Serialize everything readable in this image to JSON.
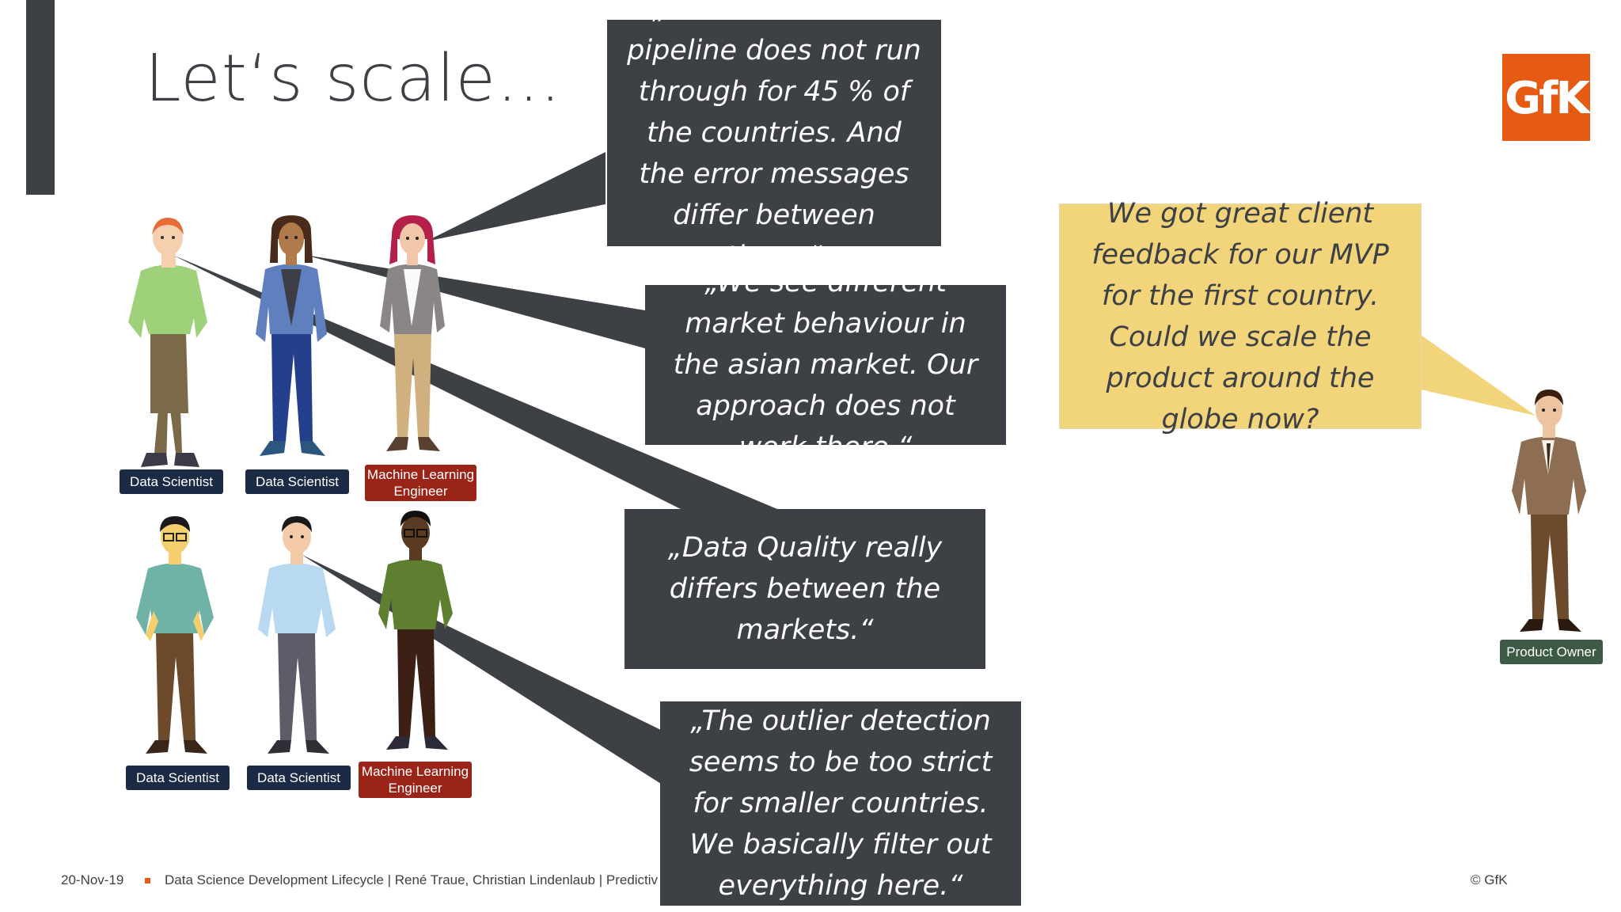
{
  "slide": {
    "title": "Let‘s scale…",
    "logo_text": "GfK"
  },
  "bubbles": {
    "pipeline": "„It seems like the pipeline does not run through for 45 % of the countries. And the error messages differ between them.“",
    "asian_market": "„We see different market behaviour in the asian market. Our approach does not work there.“",
    "data_quality": "„Data Quality really differs between the markets.“",
    "outlier": "„The outlier detection seems to be too strict for smaller countries. We basically filter out everything here.“",
    "product_owner": "We got great client feedback for our MVP for the first country. Could we scale the product around the globe now?"
  },
  "labels": {
    "ds1": "Data Scientist",
    "ds2": "Data Scientist",
    "mle1": "Machine Learning Engineer",
    "ds3": "Data Scientist",
    "ds4": "Data Scientist",
    "mle2": "Machine Learning Engineer",
    "po": "Product Owner"
  },
  "footer": {
    "date": "20-Nov-19",
    "text": "Data Science Development Lifecycle | René Traue, Christian Lindenlaub | Predictiv",
    "copyright": "© GfK"
  },
  "colors": {
    "dark": "#3d4045",
    "accent": "#e55b14",
    "yellow": "#f2d57a",
    "navy_label": "#1c2b45",
    "red_label": "#9b2418",
    "green_label": "#3d5a46"
  },
  "icons": {
    "logo": "gfk-logo",
    "people": "person-illustration"
  }
}
